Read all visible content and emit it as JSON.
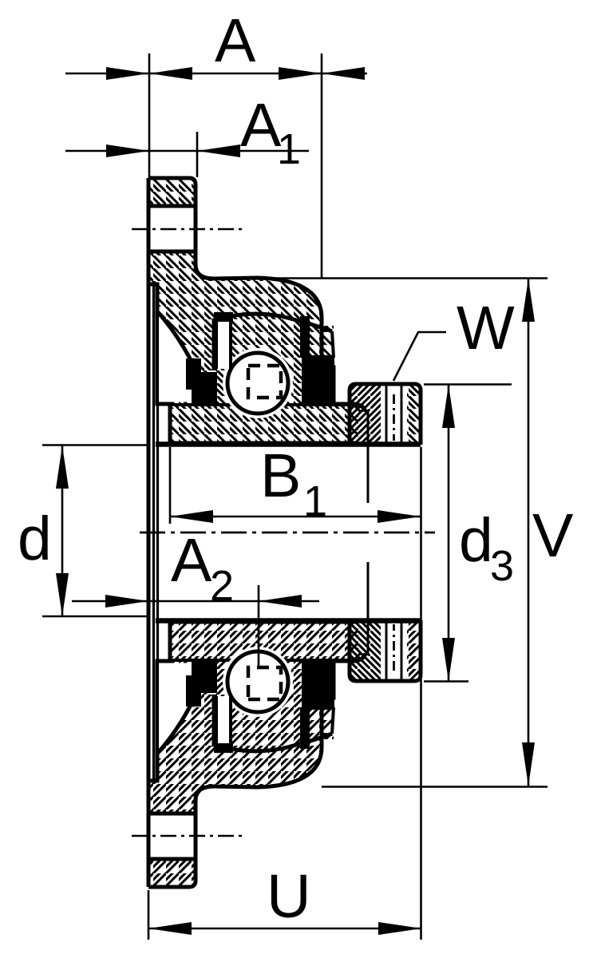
{
  "drawing": {
    "background": "#ffffff",
    "line_color": "#000000",
    "subject": "flanged-bearing-unit-cross-section"
  },
  "dimensions": {
    "A": {
      "base": "A",
      "sub": ""
    },
    "A1": {
      "base": "A",
      "sub": "1"
    },
    "A2": {
      "base": "A",
      "sub": "2"
    },
    "B1": {
      "base": "B",
      "sub": "1"
    },
    "d": {
      "base": "d",
      "sub": ""
    },
    "d3": {
      "base": "d",
      "sub": "3"
    },
    "V": {
      "base": "V",
      "sub": ""
    },
    "W": {
      "base": "W",
      "sub": ""
    },
    "U": {
      "base": "U",
      "sub": ""
    }
  }
}
